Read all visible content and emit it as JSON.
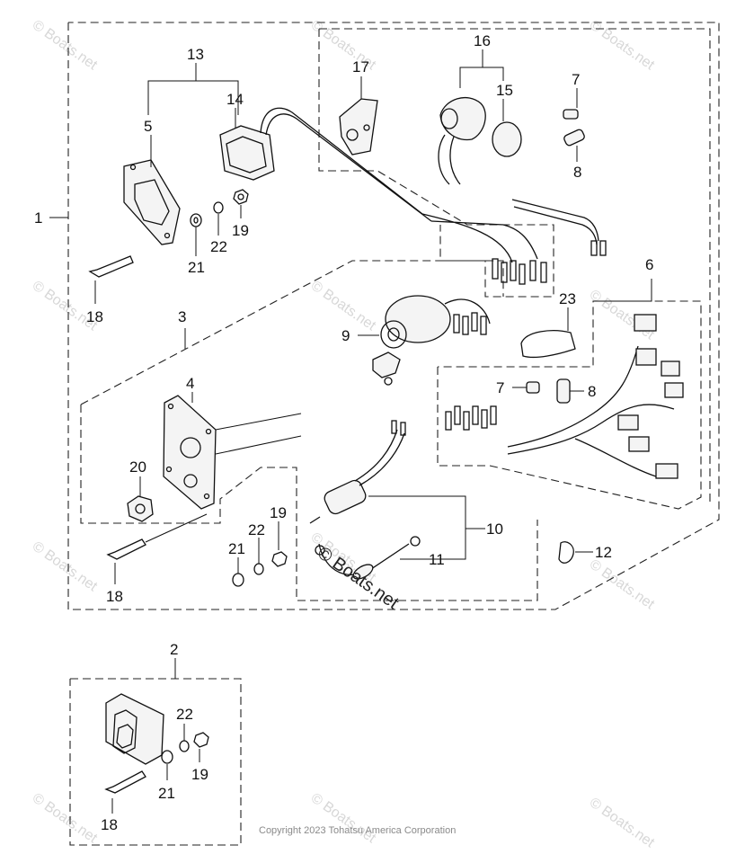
{
  "labels": {
    "l1": "1",
    "l2": "2",
    "l3": "3",
    "l4": "4",
    "l5": "5",
    "l6": "6",
    "l7a": "7",
    "l7b": "7",
    "l8a": "8",
    "l8b": "8",
    "l9": "9",
    "l10": "10",
    "l11": "11",
    "l12": "12",
    "l13": "13",
    "l14": "14",
    "l15": "15",
    "l16": "16",
    "l17": "17",
    "l18a": "18",
    "l18b": "18",
    "l18c": "18",
    "l19a": "19",
    "l19b": "19",
    "l19c": "19",
    "l20": "20",
    "l21a": "21",
    "l21b": "21",
    "l21c": "21",
    "l22a": "22",
    "l22b": "22",
    "l22c": "22",
    "l23": "23"
  },
  "watermark": "© Boats.net",
  "center_watermark": "© Boats.net",
  "copyright": "Copyright 2023 Tohatsu America Corporation"
}
